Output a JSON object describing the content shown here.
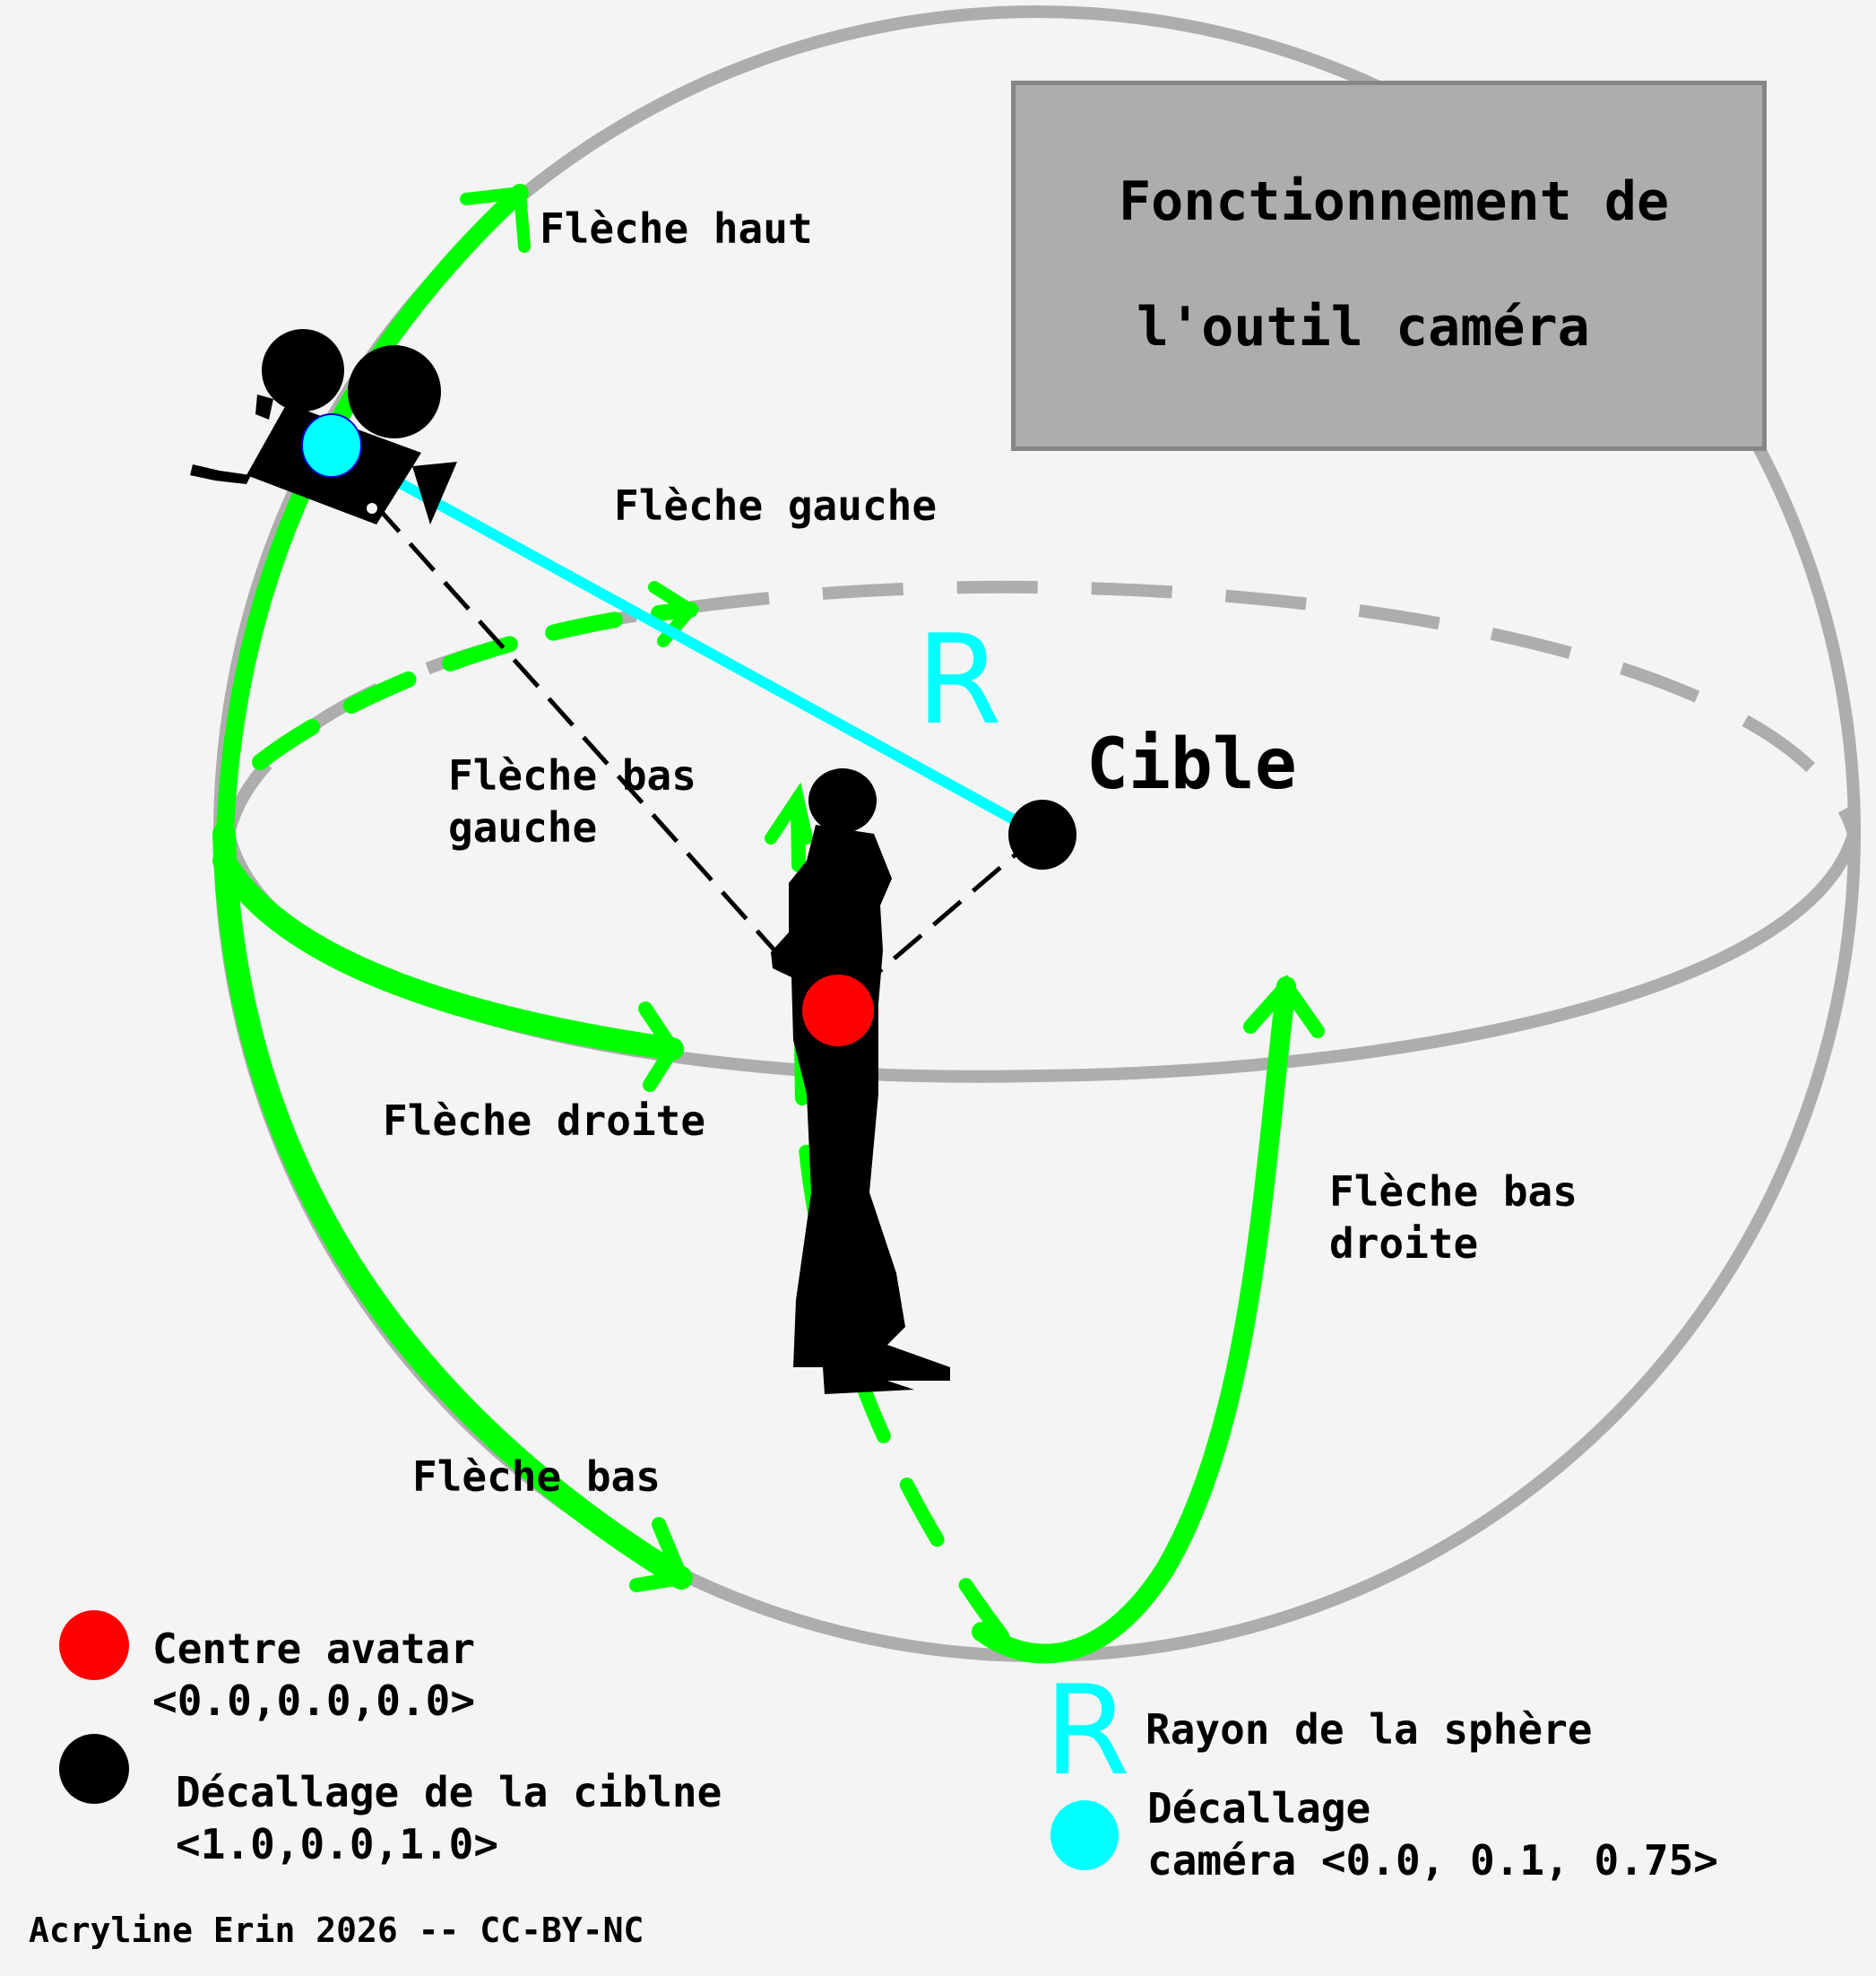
{
  "title": {
    "line1": "Fonctionnement de",
    "line2": "l'outil caméra"
  },
  "colors": {
    "background": "#f4f4f4",
    "sphere": "#adadad",
    "arrows": "#00ff00",
    "radius": "#00ffff",
    "avatar_center": "#ff0000",
    "target": "#000000",
    "title_box": "#adadad"
  },
  "arrows": {
    "up": "Flèche haut",
    "left": "Flèche gauche",
    "down_left": "Flèche bas\ngauche",
    "right": "Flèche droite",
    "down_right": "Flèche bas\ndroite",
    "down": "Flèche bas"
  },
  "target_label": "Cible",
  "radius_symbol": "R",
  "icons": {
    "camera": "movie-camera-icon",
    "avatar": "standing-woman-silhouette"
  },
  "legend": [
    {
      "color": "#ff0000",
      "label": "Centre avatar\n<0.0,0.0,0.0>"
    },
    {
      "color": "#000000",
      "label": "Décallage de la ciblne\n<1.0,0.0,1.0>"
    },
    {
      "symbol": "R",
      "label": "Rayon de la sphère"
    },
    {
      "color": "#00ffff",
      "label": "Décallage\ncaméra <0.0, 0.1, 0.75>"
    }
  ],
  "credit": "Acryline Erin 2026 -- CC-BY-NC"
}
